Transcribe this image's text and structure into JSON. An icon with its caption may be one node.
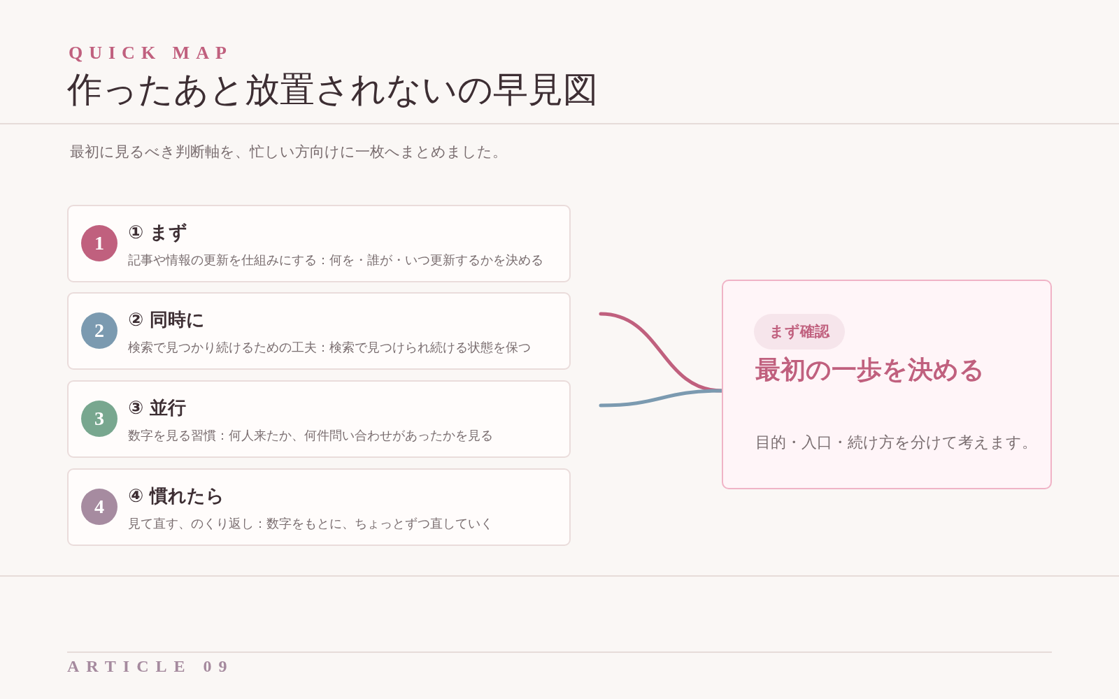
{
  "diagram": {
    "title": "作ったあと放置されないの早見図",
    "nodes": [
      {
        "text": [
          "① まず",
          "記事や情報の更新を仕組みにする：何を・誰が・いつ更新するかを決める"
        ]
      },
      {
        "text": [
          "1"
        ],
        "in": 0
      },
      {
        "text": [
          "② 同時に",
          "検索で見つかり続けるための工夫：検索で見つけられ続ける状態を保つ"
        ]
      },
      {
        "text": [
          "2"
        ],
        "in": 2
      },
      {
        "text": [
          "③ 並行",
          "数字を見る習慣：何人来たか、何件問い合わせがあったかを見る"
        ]
      },
      {
        "text": [
          "3"
        ],
        "in": 4
      },
      {
        "text": [
          "④ 慣れたら",
          "見て直す、のくり返し：数字をもとに、ちょっとずつ直していく"
        ]
      },
      {
        "text": [
          "4"
        ],
        "in": 6
      },
      {
        "text": [
          "最初の一歩を決める",
          "目的・入口・続け方を分けて考えます。"
        ]
      },
      {
        "text": [
          "まず確認"
        ],
        "in": 8
      }
    ],
    "edges": [
      {
        "from": null,
        "to": 8,
        "arrow": "none",
        "color": "#c0607e"
      },
      {
        "from": null,
        "to": 8,
        "arrow": "none",
        "color": "#7b9ab0"
      }
    ],
    "labels": [
      "QUICK MAP",
      "最初に見るべき判断軸を、忙しい方向けに一枚へまとめました。",
      "ARTICLE 09"
    ]
  }
}
